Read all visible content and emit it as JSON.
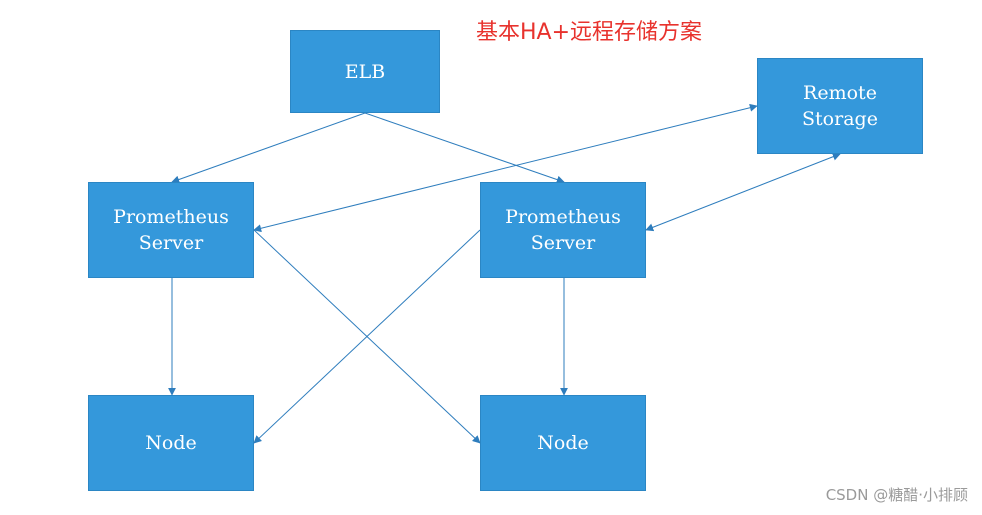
{
  "title": "基本HA+远程存储方案",
  "nodes": {
    "elb": "ELB",
    "remote_storage": "Remote\nStorage",
    "prometheus_server_1": "Prometheus\nServer",
    "prometheus_server_2": "Prometheus\nServer",
    "node_1": "Node",
    "node_2": "Node"
  },
  "edges": [
    {
      "from": "elb",
      "to": "prometheus_server_1",
      "direction": "forward"
    },
    {
      "from": "elb",
      "to": "prometheus_server_2",
      "direction": "forward"
    },
    {
      "from": "prometheus_server_1",
      "to": "remote_storage",
      "direction": "both"
    },
    {
      "from": "prometheus_server_2",
      "to": "remote_storage",
      "direction": "both"
    },
    {
      "from": "prometheus_server_1",
      "to": "node_1",
      "direction": "forward"
    },
    {
      "from": "prometheus_server_1",
      "to": "node_2",
      "direction": "forward"
    },
    {
      "from": "prometheus_server_2",
      "to": "node_1",
      "direction": "forward"
    },
    {
      "from": "prometheus_server_2",
      "to": "node_2",
      "direction": "forward"
    }
  ],
  "colors": {
    "box_fill": "#3498db",
    "box_text": "#ffffff",
    "edge": "#2e7dbd",
    "title": "#e8322d"
  },
  "watermark": "CSDN @糖醋·小排顾"
}
